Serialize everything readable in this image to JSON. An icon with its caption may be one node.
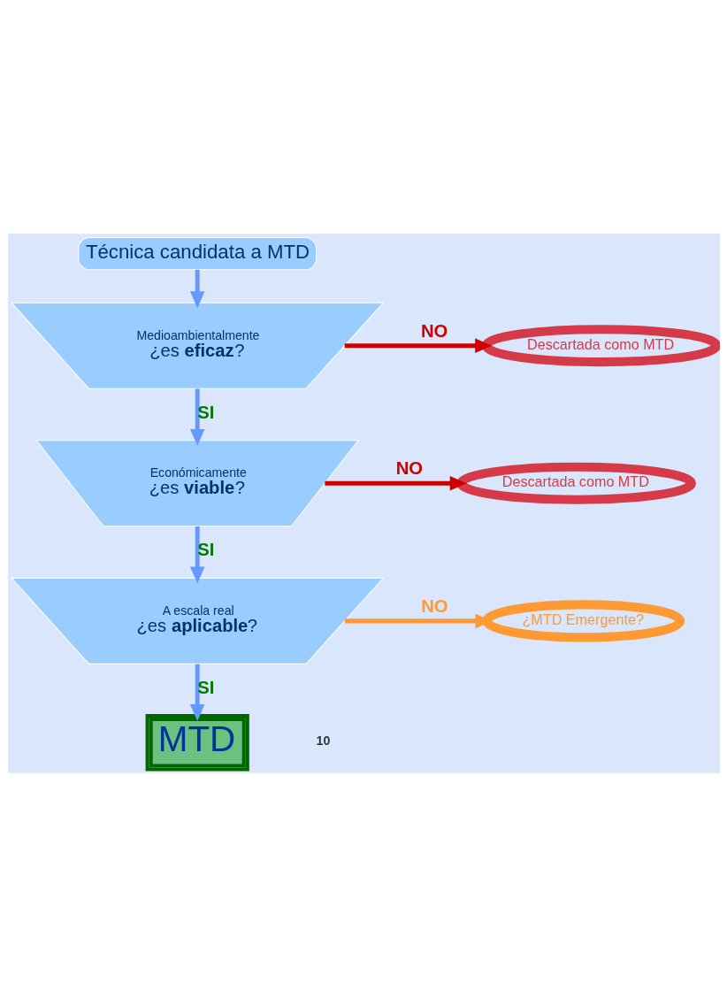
{
  "diagram": {
    "nodes": [
      {
        "text": [
          "Técnica candidata a MTD"
        ]
      },
      {
        "text": [
          "Medioambientalmente",
          "¿es **eficaz**?"
        ]
      },
      {
        "text": [
          "Descartada como MTD"
        ]
      },
      {
        "text": [
          "Económicamente",
          "¿es **viable**?"
        ]
      },
      {
        "text": [
          "Descartada como MTD"
        ]
      },
      {
        "text": [
          "A escala real",
          "¿es **aplicable**?"
        ]
      },
      {
        "text": [
          "¿MTD Emergente?"
        ]
      },
      {
        "text": [
          "MTD"
        ]
      }
    ],
    "edges": [
      {
        "from": 0,
        "to": 1,
        "arrow": "to"
      },
      {
        "from": 1,
        "to": 2,
        "arrow": "to",
        "label": "NO",
        "color": "#cc0000"
      },
      {
        "from": 1,
        "to": 3,
        "arrow": "to",
        "label": "SI"
      },
      {
        "from": 3,
        "to": 4,
        "arrow": "to",
        "label": "NO",
        "color": "#cc0000"
      },
      {
        "from": 3,
        "to": 5,
        "arrow": "to",
        "label": "SI"
      },
      {
        "from": 5,
        "to": 6,
        "arrow": "to",
        "label": "NO",
        "color": "#ff9933"
      },
      {
        "from": 5,
        "to": 7,
        "arrow": "to",
        "label": "SI"
      }
    ],
    "labels": [
      "10"
    ]
  }
}
